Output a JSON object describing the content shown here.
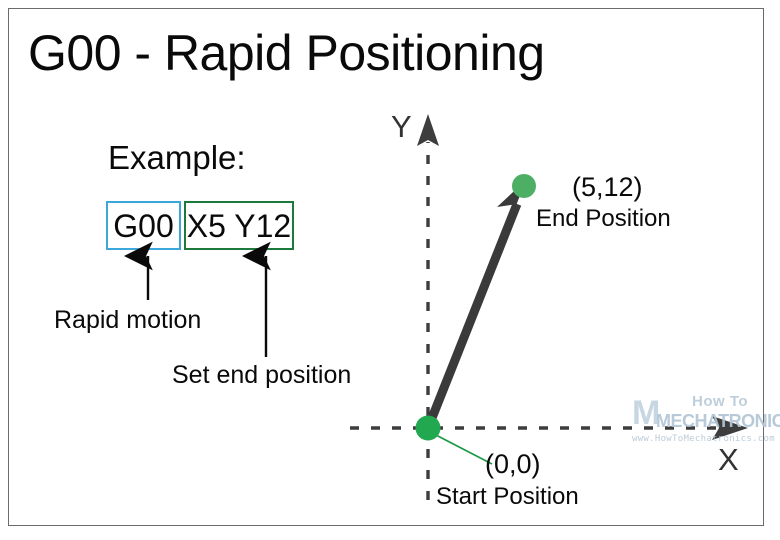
{
  "title": "G00 - Rapid Positioning",
  "example": {
    "label": "Example:",
    "code_boxes": [
      {
        "name": "rapid-command",
        "text": "G00",
        "border_color": "#3ba7dd"
      },
      {
        "name": "coordinates",
        "text": "X5 Y12",
        "border_color": "#1d7a3c"
      }
    ],
    "callouts": [
      {
        "name": "rapid-motion",
        "text": "Rapid motion"
      },
      {
        "name": "set-end-position",
        "text": "Set end position"
      }
    ]
  },
  "diagram": {
    "axis_labels": {
      "y": "Y",
      "x": "X"
    },
    "axis_color": "#333333",
    "motion_arrow_color": "#3a3a3a",
    "points": [
      {
        "name": "start-position",
        "coords": "(0,0)",
        "caption": "Start Position",
        "dot_color": "#22a84f",
        "leader_color": "#1d9a48"
      },
      {
        "name": "end-position",
        "coords": "(5,12)",
        "caption": "End Position",
        "dot_color": "#4caf64"
      }
    ]
  },
  "watermark": {
    "mark": "M",
    "how_to": "How To",
    "brand": "MECHATRONICS",
    "url": "www.HowToMechatronics.com",
    "color": "#bdd0dd"
  },
  "chart_data": {
    "type": "scatter",
    "title": "G00 - Rapid Positioning",
    "xlabel": "X",
    "ylabel": "Y",
    "points": [
      {
        "label": "Start Position",
        "x": 0,
        "y": 0
      },
      {
        "label": "End Position",
        "x": 5,
        "y": 12
      }
    ],
    "annotations": [
      {
        "text": "G00",
        "meaning": "Rapid motion"
      },
      {
        "text": "X5 Y12",
        "meaning": "Set end position"
      }
    ],
    "grid": false,
    "legend": "none"
  }
}
